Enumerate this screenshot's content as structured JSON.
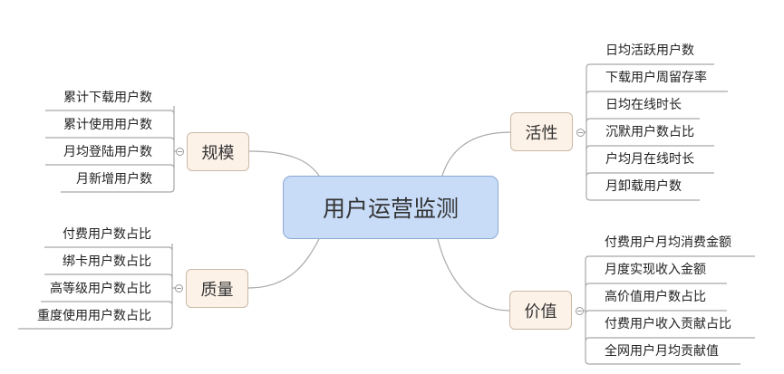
{
  "root": {
    "label": "用户运营监测"
  },
  "branches": {
    "scale": {
      "label": "规模",
      "items": [
        "累计下载用户数",
        "累计使用用户数",
        "月均登陆用户数",
        "月新增用户数"
      ]
    },
    "quality": {
      "label": "质量",
      "items": [
        "付费用户数占比",
        "绑卡用户数占比",
        "高等级用户数占比",
        "重度使用用户数占比"
      ]
    },
    "activity": {
      "label": "活性",
      "items": [
        "日均活跃用户数",
        "下载用户周留存率",
        "日均在线时长",
        "沉默用户数占比",
        "户均月在线时长",
        "月卸载用户数"
      ]
    },
    "value": {
      "label": "价值",
      "items": [
        "付费用户月均消费金额",
        "月度实现收入金额",
        "高价值用户数占比",
        "付费用户收入贡献占比",
        "全网用户月均贡献值"
      ]
    }
  },
  "colors": {
    "root_fill": "#c8dcf8",
    "branch_fill": "#fcf2e8",
    "line": "#aaaaaa"
  }
}
